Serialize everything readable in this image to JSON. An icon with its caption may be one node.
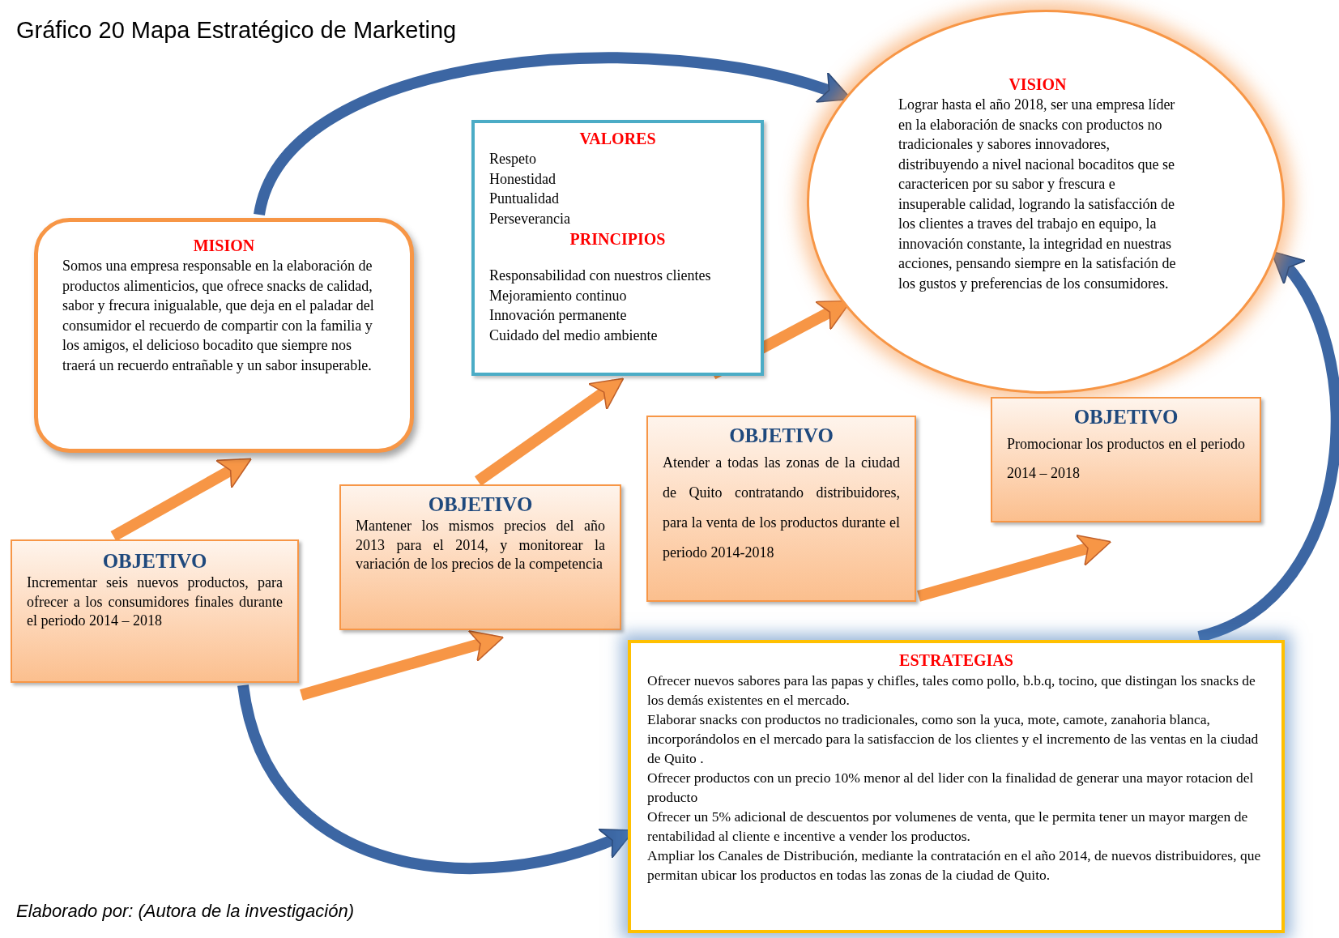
{
  "diagram": {
    "title": "Gráfico 20  Mapa Estratégico de Marketing",
    "nodes": [
      {
        "text": [
          "MISION",
          "Somos una empresa responsable en la elaboración de productos alimenticios, que ofrece snacks de calidad, sabor y frecura inigualable, que deja en el paladar del consumidor el recuerdo de compartir con la familia y los amigos,  el delicioso bocadito que siempre nos traerá un recuerdo entrañable y un sabor insuperable."
        ]
      },
      {
        "text": [
          "VALORES",
          "Respeto",
          "Honestidad",
          "Puntualidad",
          "Perseverancia",
          "PRINCIPIOS",
          "Responsabilidad con nuestros clientes",
          "Mejoramiento continuo",
          "Innovación permanente",
          "Cuidado del medio ambiente"
        ]
      },
      {
        "text": [
          "VISION",
          "Lograr hasta el año 2018, ser  una empresa líder en la elaboración de snacks con productos no tradicionales y sabores innovadores, distribuyendo a nivel nacional bocaditos que se caractericen por su sabor y frescura e  insuperable calidad, logrando la satisfacción de los clientes  a traves del trabajo en equipo, la innovación constante, la integridad en nuestras acciones, pensando siempre en la satisfación de los gustos y preferencias de los consumidores."
        ]
      },
      {
        "text": [
          "OBJETIVO",
          "Incrementar seis nuevos productos, para ofrecer a los consumidores finales durante el periodo 2014 – 2018"
        ]
      },
      {
        "text": [
          "OBJETIVO",
          "Mantener los mismos precios del año 2013 para el 2014, y monitorear la variación de los precios de la competencia"
        ]
      },
      {
        "text": [
          "OBJETIVO",
          "Atender a todas las zonas de la ciudad de Quito contratando distribuidores, para la venta de los productos durante el periodo 2014-2018"
        ]
      },
      {
        "text": [
          "OBJETIVO",
          "Promocionar los productos en el periodo 2014 – 2018"
        ]
      },
      {
        "text": [
          "ESTRATEGIAS",
          "Ofrecer  nuevos sabores para las papas y chifles, tales como pollo, b.b.q,   tocino,  que distingan los snacks de los demás existentes en el mercado.",
          "Elaborar snacks con productos no tradicionales, como son la yuca, mote, camote, zanahoria blanca,  incorporándolos en el mercado para la satisfaccion de los clientes y el incremento de las ventas en la ciudad de Quito .",
          "Ofrecer productos con  un precio 10% menor al del lider con la finalidad de generar una mayor rotacion del producto",
          "Ofrecer un 5% adicional de descuentos por volumenes de venta, que le permita tener un mayor margen de rentabilidad al cliente e incentive a vender los productos.",
          "Ampliar los Canales de Distribución, mediante la contratación en el año 2014, de nuevos distribuidores, que permitan ubicar los productos en todas las zonas de la ciudad de Quito."
        ]
      }
    ],
    "edges": [
      {
        "from": 3,
        "to": 0,
        "arrow": "to"
      },
      {
        "from": 3,
        "to": 4,
        "arrow": "to"
      },
      {
        "from": 4,
        "to": 1,
        "arrow": "to"
      },
      {
        "from": 1,
        "to": 2,
        "arrow": "to"
      },
      {
        "from": 5,
        "to": 6,
        "arrow": "to"
      },
      {
        "from": 0,
        "to": 2,
        "arrow": "to",
        "color": "#3c66a3"
      },
      {
        "from": 7,
        "to": 2,
        "arrow": "to",
        "color": "#3c66a3"
      },
      {
        "from": 3,
        "to": 7,
        "arrow": "to",
        "color": "#3c66a3"
      }
    ],
    "labels": [
      "Elaborado por:  (Autora de la investigación)"
    ]
  }
}
